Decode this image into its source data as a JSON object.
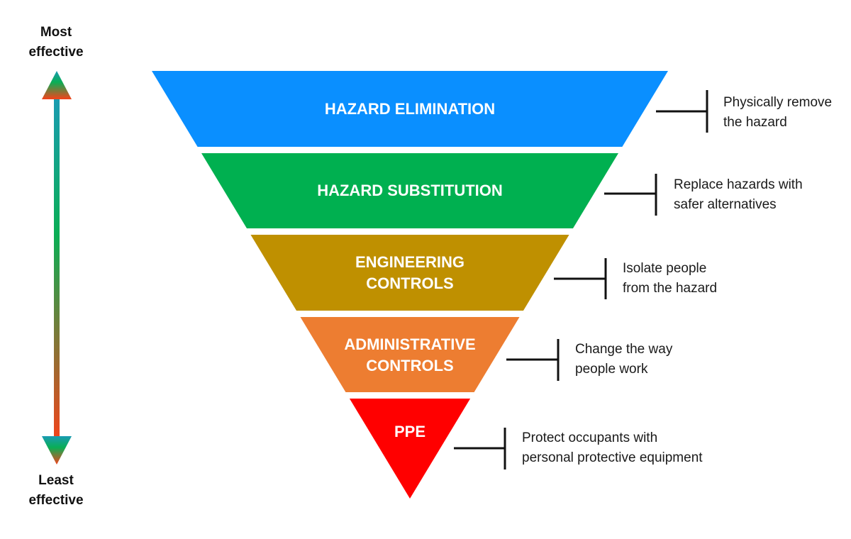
{
  "axis": {
    "top_lines": [
      "Most",
      "effective"
    ],
    "bottom_lines": [
      "Least",
      "effective"
    ],
    "arrow_top_color": "#1a9bb3",
    "arrow_mid_color": "#0aae55",
    "arrow_bottom_color": "#f5421a"
  },
  "levels": [
    {
      "lines": [
        "HAZARD ELIMINATION"
      ],
      "color": "#0a8fff",
      "description": [
        "Physically remove",
        "the hazard"
      ]
    },
    {
      "lines": [
        "HAZARD SUBSTITUTION"
      ],
      "color": "#00b050",
      "description": [
        "Replace hazards with",
        "safer alternatives"
      ]
    },
    {
      "lines": [
        "ENGINEERING",
        "CONTROLS"
      ],
      "color": "#bf9000",
      "description": [
        "Isolate people",
        "from the hazard"
      ]
    },
    {
      "lines": [
        "ADMINISTRATIVE",
        "CONTROLS"
      ],
      "color": "#ed7d31",
      "description": [
        "Change the way",
        "people work"
      ]
    },
    {
      "lines": [
        "PPE"
      ],
      "color": "#ff0000",
      "description": [
        "Protect occupants with",
        "personal protective equipment"
      ]
    }
  ]
}
